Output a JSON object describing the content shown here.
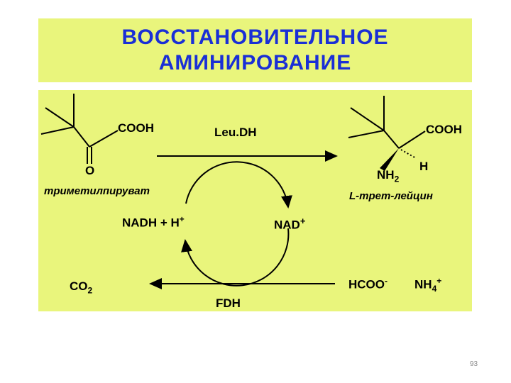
{
  "slide": {
    "title_line1": "ВОССТАНОВИТЕЛЬНОЕ",
    "title_line2": "АМИНИРОВАНИЕ",
    "page_number": "93"
  },
  "colors": {
    "title": "#1a2fd6",
    "background_panel": "#e9f57c",
    "ink": "#000000"
  },
  "reaction": {
    "substrate": {
      "acid_group": "COOH",
      "keto_oxygen": "O",
      "name": "триметилпируват"
    },
    "enzyme_top": "Leu.DH",
    "product": {
      "acid_group": "COOH",
      "hydrogen": "H",
      "amine": "NH",
      "amine_sub": "2",
      "name": "L-трет-лейцин"
    },
    "cofactor_reduced": "NADH + H",
    "cofactor_reduced_charge": "+",
    "cofactor_oxidized": "NAD",
    "cofactor_oxidized_charge": "+",
    "byproduct": "CO",
    "byproduct_sub": "2",
    "formate": "HCOO",
    "formate_charge": "-",
    "ammonium": "NH",
    "ammonium_sub": "4",
    "ammonium_charge": "+",
    "enzyme_bottom": "FDH"
  }
}
